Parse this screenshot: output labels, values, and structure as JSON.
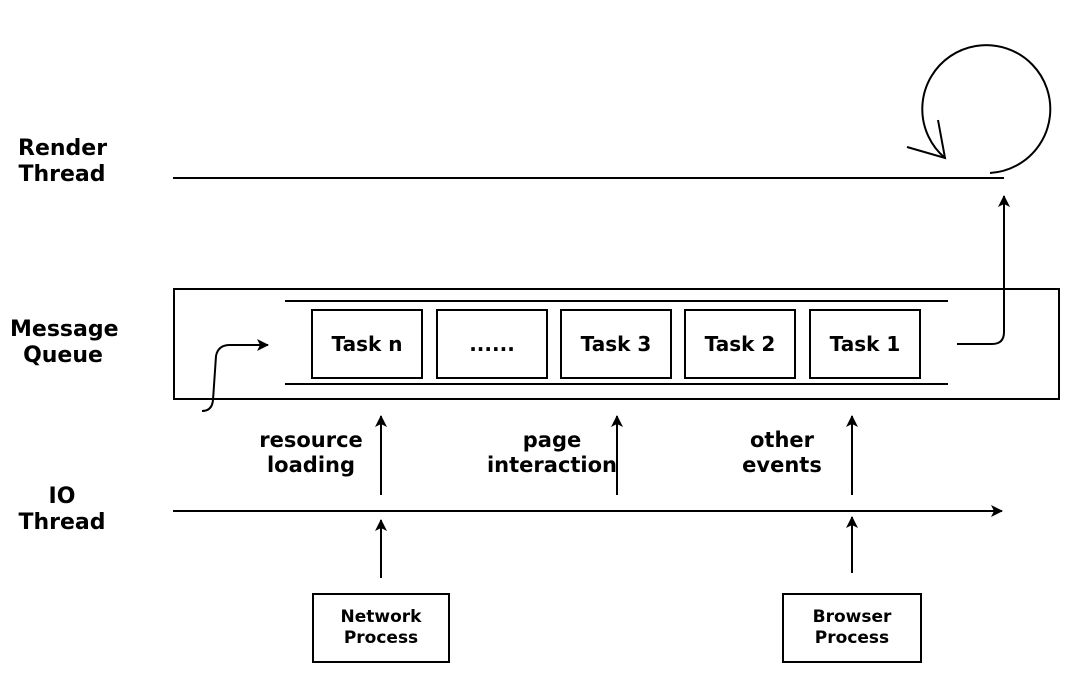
{
  "threads": {
    "render": {
      "line1": "Render",
      "line2": "Thread"
    },
    "queue": {
      "line1": "Message",
      "line2": "Queue"
    },
    "io": {
      "line1": "IO",
      "line2": "Thread"
    }
  },
  "tasks": [
    "Task n",
    "......",
    "Task 3",
    "Task 2",
    "Task 1"
  ],
  "events": {
    "resource": {
      "line1": "resource",
      "line2": "loading"
    },
    "page": {
      "line1": "page",
      "line2": "interaction"
    },
    "other": {
      "line1": "other",
      "line2": "events"
    }
  },
  "processes": {
    "network": {
      "line1": "Network",
      "line2": "Process"
    },
    "browser": {
      "line1": "Browser",
      "line2": "Process"
    }
  }
}
